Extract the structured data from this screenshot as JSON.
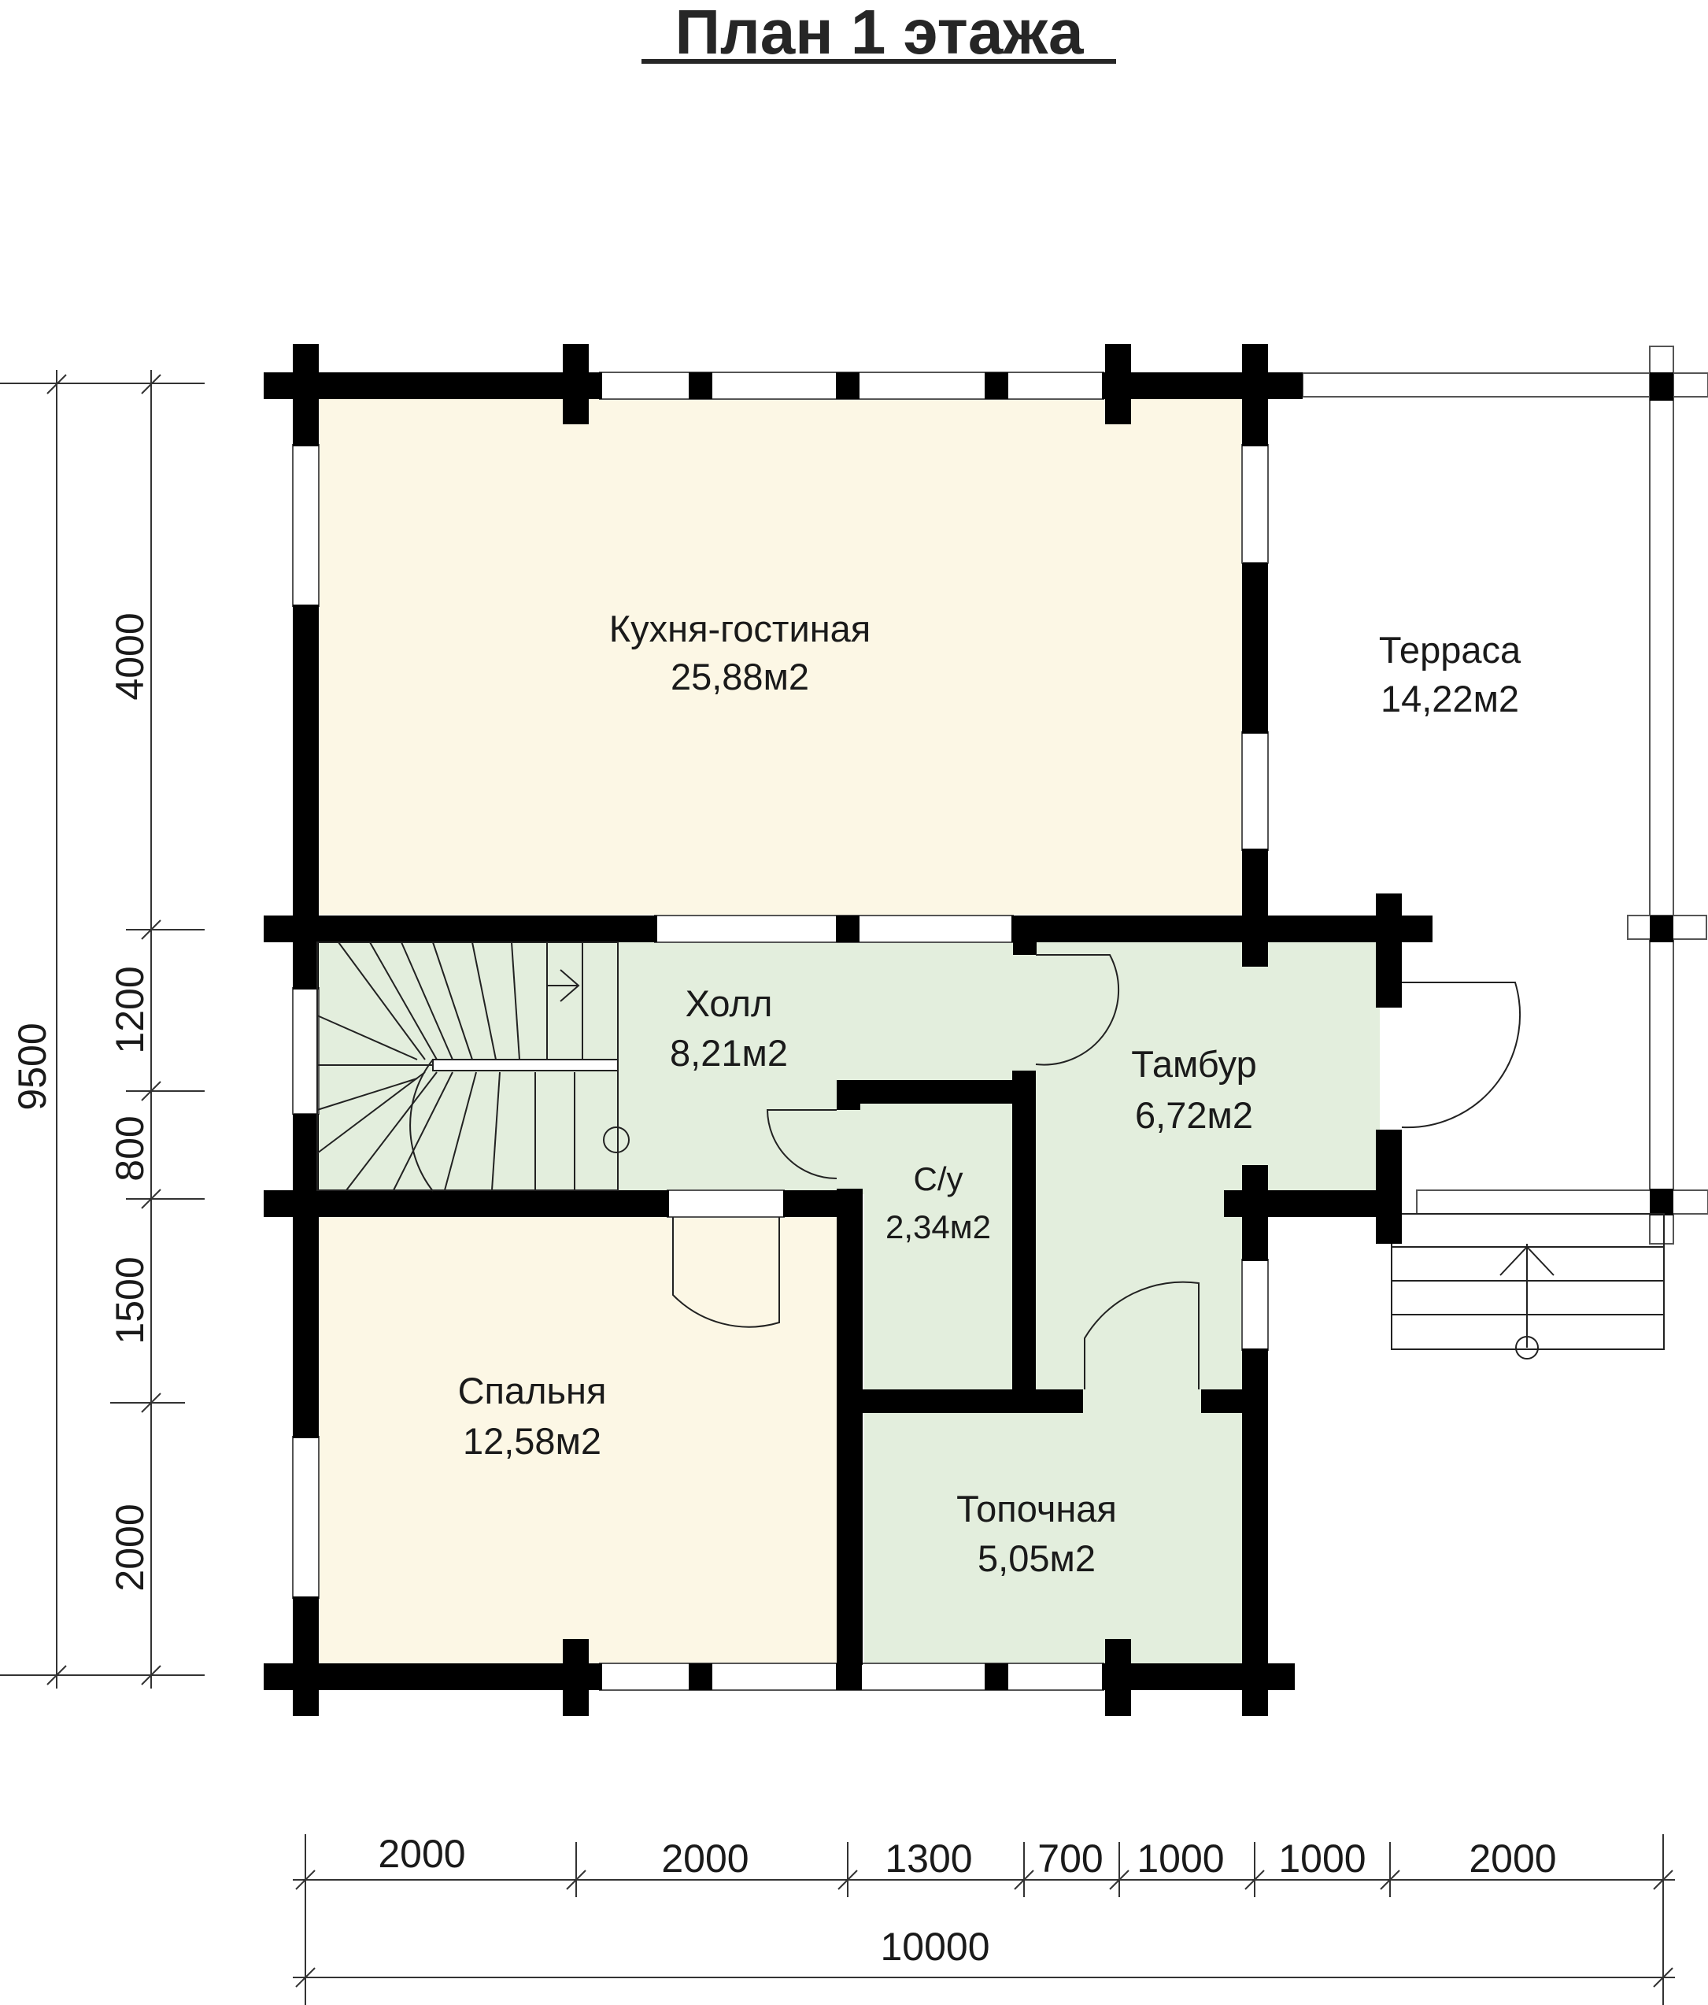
{
  "title": "План 1 этажа",
  "rooms": {
    "kitchen": {
      "name": "Кухня-гостиная",
      "area": "25,88м2"
    },
    "terrace": {
      "name": "Терраса",
      "area": "14,22м2"
    },
    "hall": {
      "name": "Холл",
      "area": "8,21м2"
    },
    "vestibule": {
      "name": "Тамбур",
      "area": "6,72м2"
    },
    "wc": {
      "name": "С/у",
      "area": "2,34м2"
    },
    "bedroom": {
      "name": "Спальня",
      "area": "12,58м2"
    },
    "boiler": {
      "name": "Топочная",
      "area": "5,05м2"
    }
  },
  "dims_left": {
    "total": "9500",
    "d1": "4000",
    "d2": "1200",
    "d3": "800",
    "d4": "1500",
    "d5": "2000"
  },
  "dims_bottom": {
    "total": "10000",
    "d1": "2000",
    "d2": "2000",
    "d3": "1300",
    "d4": "700",
    "d5": "1000",
    "d6": "1000",
    "d7": "2000"
  },
  "colors": {
    "warm_fill": "#fcf7e5",
    "green_fill": "#e3eedd",
    "wall": "#000000"
  }
}
